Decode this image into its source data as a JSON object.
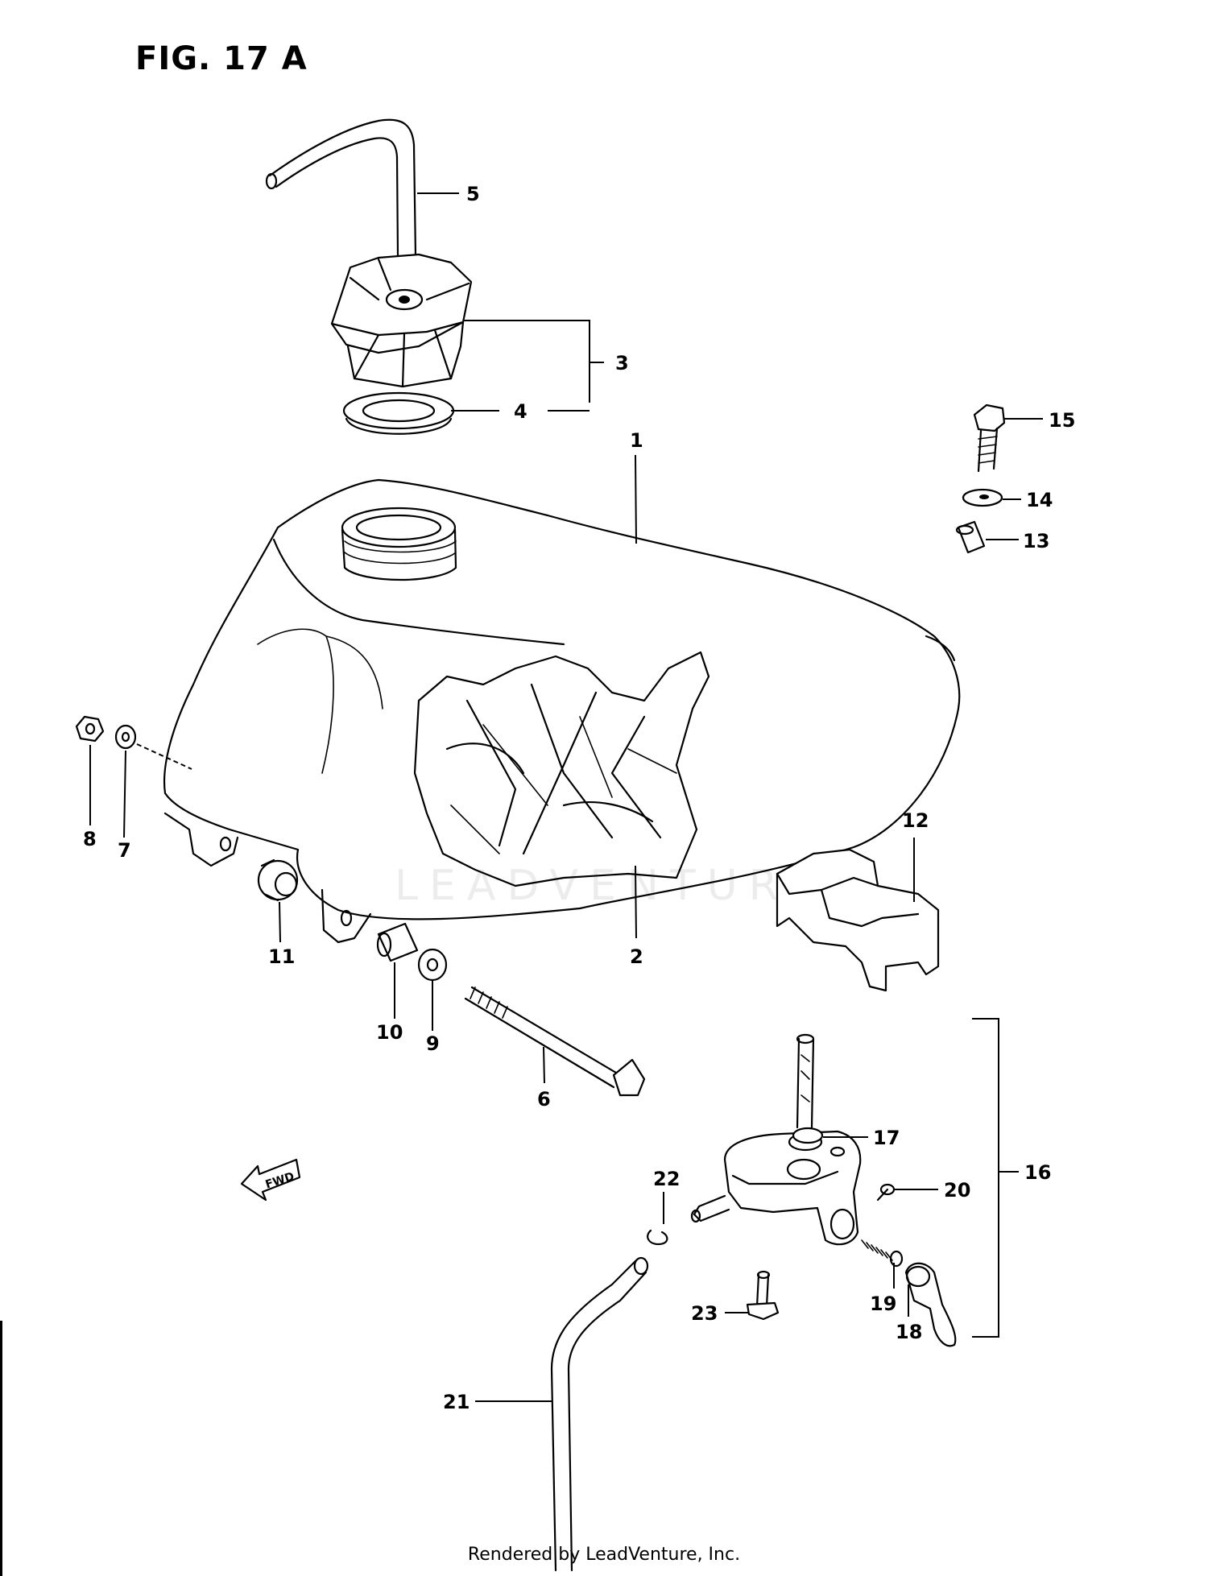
{
  "figure": {
    "title": "FIG. 17 A",
    "watermark": "LEADVENTURE",
    "footer": "Rendered by LeadVenture, Inc."
  },
  "callouts": [
    "1",
    "2",
    "3",
    "4",
    "5",
    "6",
    "7",
    "8",
    "9",
    "10",
    "11",
    "12",
    "13",
    "14",
    "15",
    "16",
    "17",
    "18",
    "19",
    "20",
    "21",
    "22",
    "23"
  ],
  "fwd_label": "FWD"
}
